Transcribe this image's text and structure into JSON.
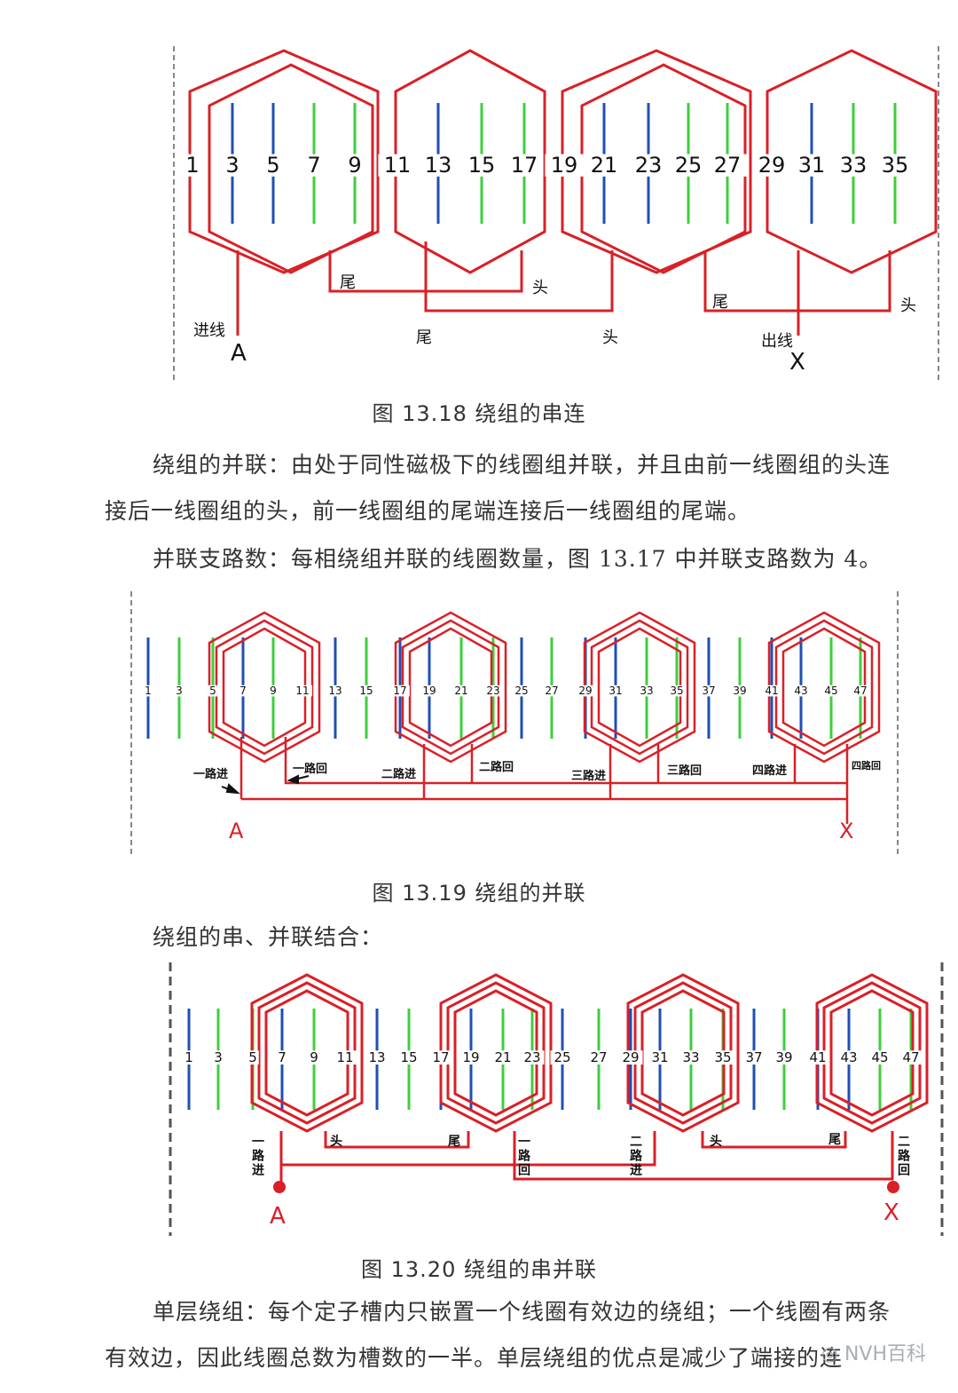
{
  "figures": [
    {
      "id": "fig1318",
      "caption": "图 13.18  绕组的串连",
      "slot_labels": [
        "1",
        "3",
        "5",
        "7",
        "9",
        "11",
        "13",
        "15",
        "17",
        "19",
        "21",
        "23",
        "25",
        "27",
        "29",
        "31",
        "33",
        "35"
      ],
      "labels": {
        "in_line": "进线",
        "out_line": "出线",
        "terminal_a": "A",
        "terminal_x": "X",
        "tail": "尾",
        "head": "头"
      }
    },
    {
      "id": "fig1319",
      "caption": "图 13.19  绕组的并联",
      "slot_labels": [
        "1",
        "3",
        "5",
        "7",
        "9",
        "11",
        "13",
        "15",
        "17",
        "19",
        "21",
        "23",
        "25",
        "27",
        "29",
        "31",
        "33",
        "35",
        "37",
        "39",
        "41",
        "43",
        "45",
        "47"
      ],
      "labels": {
        "path1_in": "一路进",
        "path1_back": "一路回",
        "path2_in": "二路进",
        "path2_back": "二路回",
        "path3_in": "三路进",
        "path3_back": "三路回",
        "path4_in": "四路进",
        "path4_back": "四路回",
        "terminal_a": "A",
        "terminal_x": "X"
      }
    },
    {
      "id": "fig1320",
      "caption": "图 13.20  绕组的串并联",
      "slot_labels": [
        "1",
        "3",
        "5",
        "7",
        "9",
        "11",
        "13",
        "15",
        "17",
        "19",
        "21",
        "23",
        "25",
        "27",
        "29",
        "31",
        "33",
        "35",
        "37",
        "39",
        "41",
        "43",
        "45",
        "47"
      ],
      "labels": {
        "path1_in": "一路进",
        "path1_back": "一路回",
        "path2_in": "二路进",
        "path2_back": "二路回",
        "head": "头",
        "tail": "尾",
        "terminal_a": "A",
        "terminal_x": "X"
      }
    }
  ],
  "paragraphs": {
    "p1": "绕组的并联：由处于同性磁极下的线圈组并联，并且由前一线圈组的头连接后一线圈组的头，前一线圈组的尾端连接后一线圈组的尾端。",
    "p2": "并联支路数：每相绕组并联的线圈数量，图 13.17 中并联支路数为 4。",
    "p3": "绕组的串、并联结合：",
    "p4": "单层绕组：每个定子槽内只嵌置一个线圈有效边的绕组；一个线圈有两条有效边，因此线圈总数为槽数的一半。单层绕组的优点是减少了端接的连"
  },
  "watermark": "NVH百科",
  "colors": {
    "coil": "#d92027",
    "blue_slot": "#1f4fb5",
    "green_slot": "#3ccf3c",
    "border": "#888888"
  }
}
